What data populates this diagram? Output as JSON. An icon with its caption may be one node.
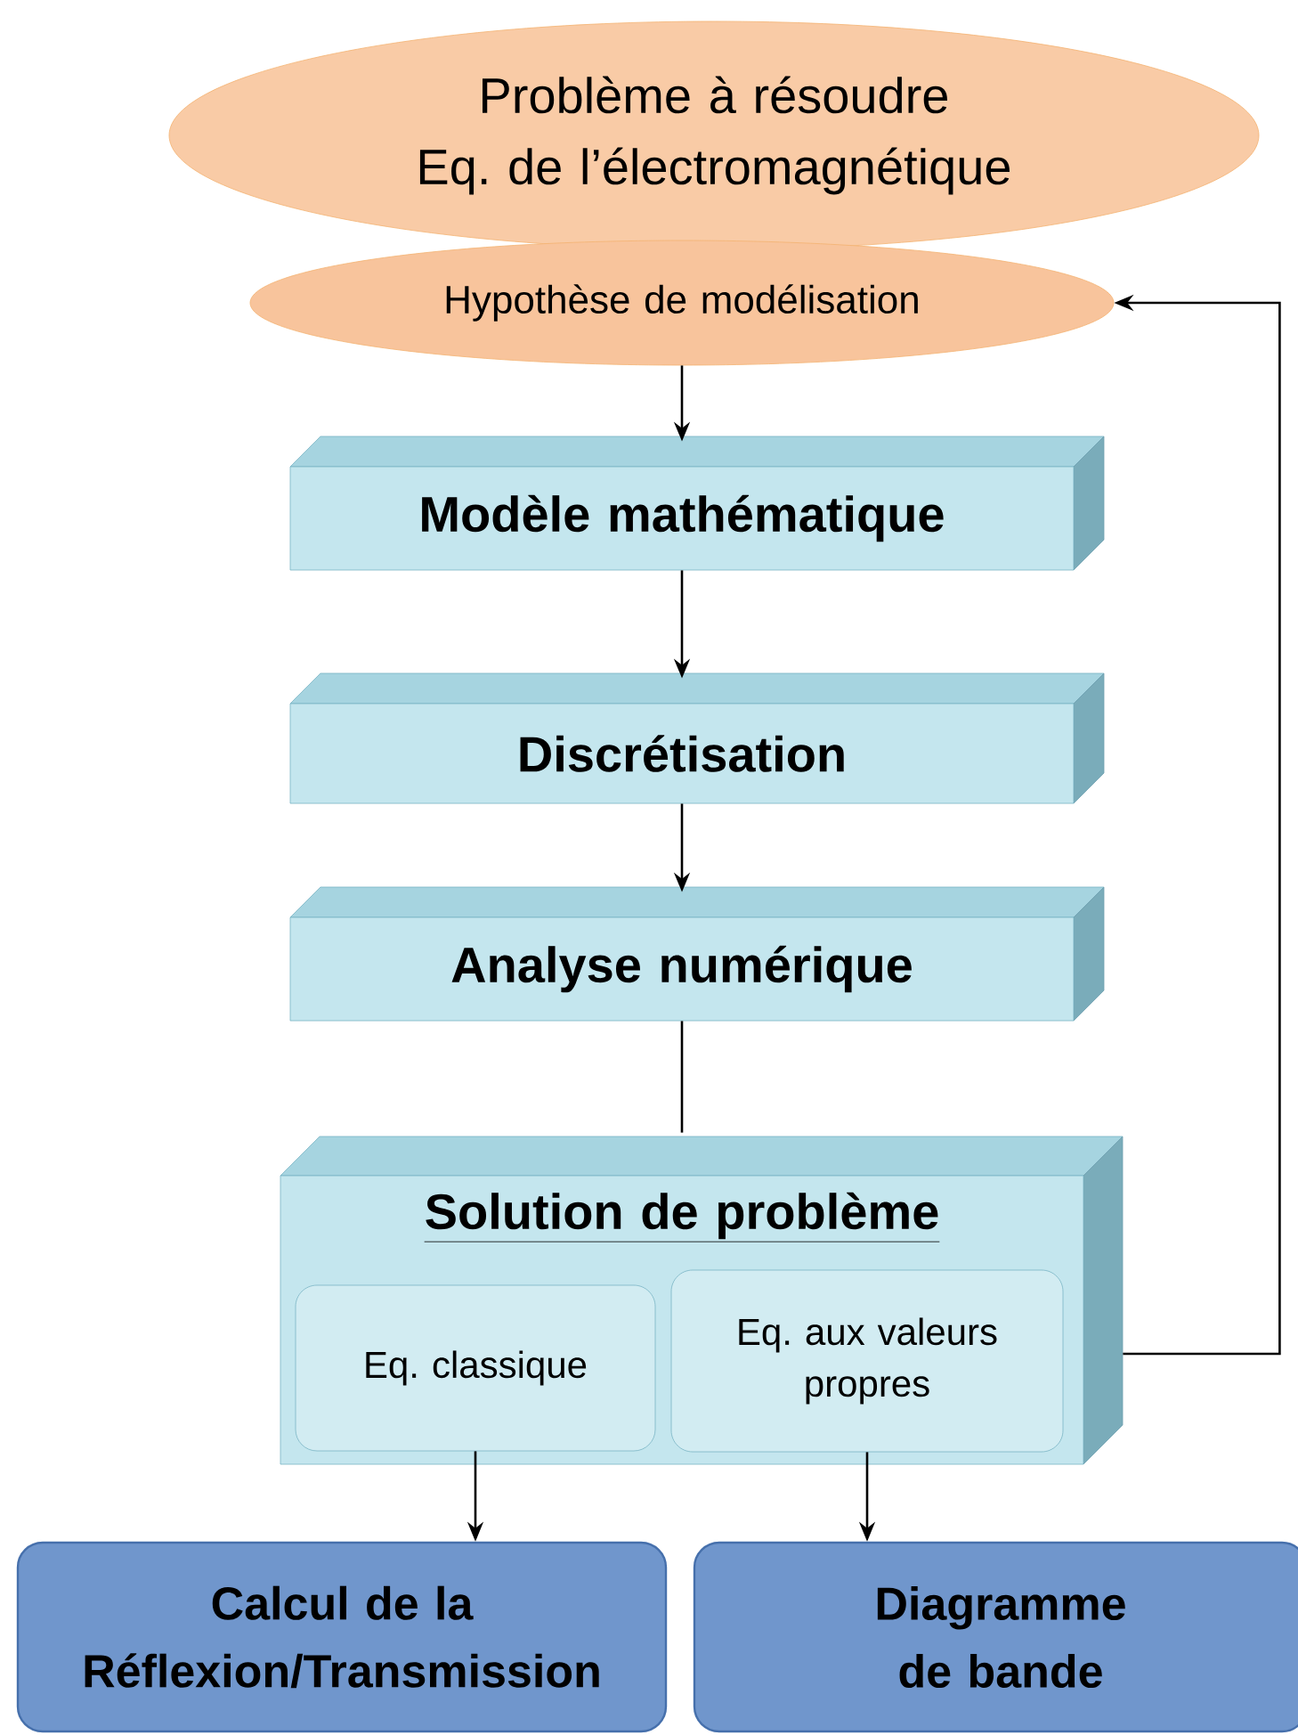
{
  "diagram": {
    "nodes": [
      {
        "text": [
          "Problème à résoudre",
          "Eq.  de l’électromagnétique"
        ]
      },
      {
        "text": [
          "Hypothèse de modélisation"
        ]
      },
      {
        "text": [
          "Modèle mathématique"
        ]
      },
      {
        "text": [
          "Discrétisation"
        ]
      },
      {
        "text": [
          "Analyse numérique"
        ]
      },
      {
        "text": [
          "Solution de problème"
        ]
      },
      {
        "text": [
          "Eq. classique"
        ],
        "in": 5
      },
      {
        "text": [
          "Eq. aux valeurs propres"
        ],
        "in": 5
      },
      {
        "text": [
          "Calcul de la Réflexion/Transmission"
        ]
      },
      {
        "text": [
          "Diagramme de bande"
        ]
      }
    ],
    "edges": [
      {
        "from": 1,
        "to": 2,
        "arrow": "to"
      },
      {
        "from": 2,
        "to": 3,
        "arrow": "to"
      },
      {
        "from": 3,
        "to": 4,
        "arrow": "to"
      },
      {
        "from": 4,
        "to": 5,
        "arrow": "none"
      },
      {
        "from": 6,
        "to": 8,
        "arrow": "to"
      },
      {
        "from": 7,
        "to": 9,
        "arrow": "to"
      },
      {
        "from": 5,
        "to": 1,
        "arrow": "to"
      }
    ]
  }
}
